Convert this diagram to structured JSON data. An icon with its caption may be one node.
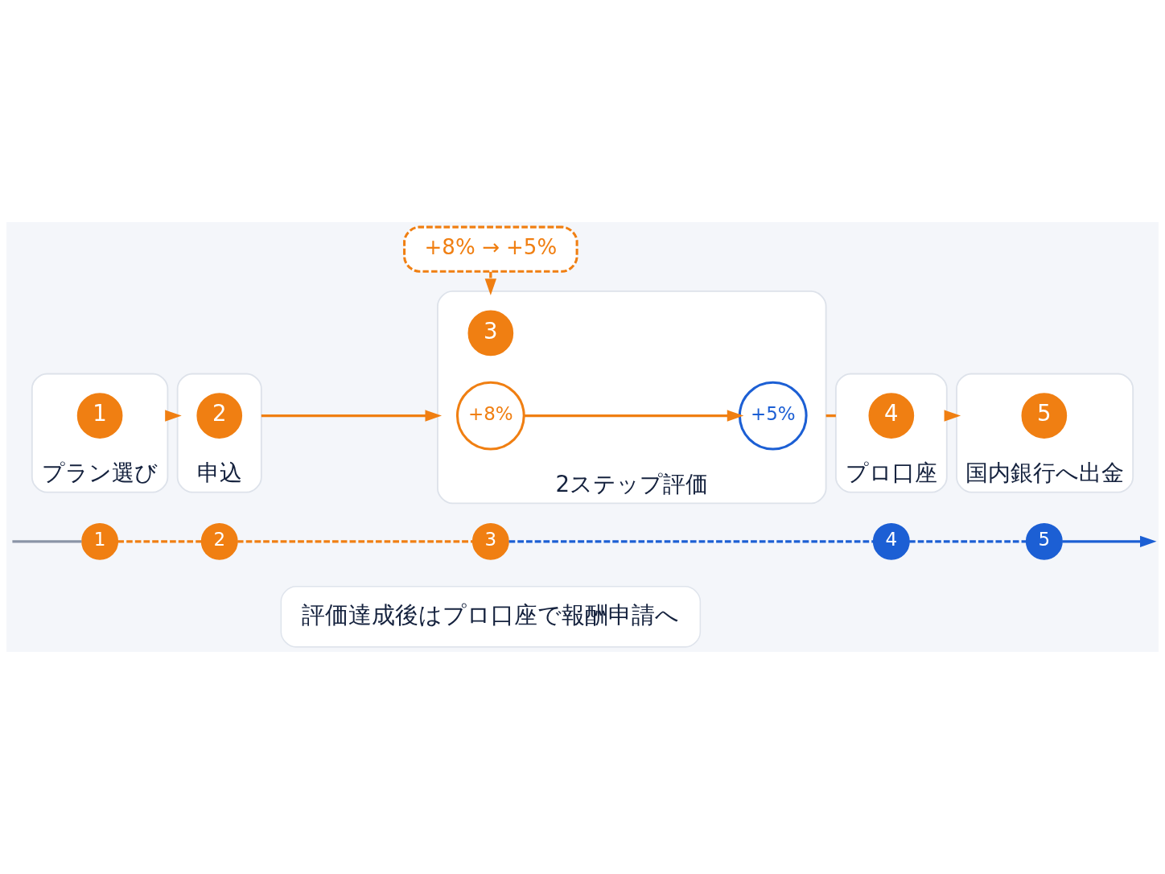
{
  "diagram": {
    "nodes": [
      {
        "text": [
          "プラン選び"
        ]
      },
      {
        "text": [
          "1"
        ],
        "in": 0
      },
      {
        "text": [
          "申込"
        ]
      },
      {
        "text": [
          "2"
        ],
        "in": 2
      },
      {
        "text": [
          "+8% → +5%"
        ]
      },
      {
        "text": [
          "2ステップ評価"
        ]
      },
      {
        "text": [
          "3"
        ],
        "in": 5
      },
      {
        "text": [
          "+8%"
        ],
        "in": 5
      },
      {
        "text": [
          "+5%"
        ],
        "in": 5
      },
      {
        "text": [
          "プロ口座"
        ]
      },
      {
        "text": [
          "4"
        ],
        "in": 9
      },
      {
        "text": [
          "国内銀行へ出金"
        ]
      },
      {
        "text": [
          "5"
        ],
        "in": 11
      },
      {
        "text": [
          "1"
        ]
      },
      {
        "text": [
          "2"
        ]
      },
      {
        "text": [
          "3"
        ]
      },
      {
        "text": [
          "4"
        ]
      },
      {
        "text": [
          "5"
        ]
      },
      {
        "text": [
          "評価達成後はプロ口座で報酬申請へ"
        ]
      }
    ],
    "edges": [
      {
        "from": 0,
        "to": 2,
        "arrow": "to"
      },
      {
        "from": 2,
        "to": 5,
        "arrow": "to"
      },
      {
        "from": 5,
        "to": 9,
        "arrow": "none"
      },
      {
        "from": 9,
        "to": 11,
        "arrow": "to"
      },
      {
        "from": 4,
        "to": 5,
        "arrow": "to",
        "style": "dashed"
      },
      {
        "from": 7,
        "to": 8,
        "arrow": "to"
      },
      {
        "from": null,
        "to": 13,
        "arrow": "none",
        "color": "#8a94a6"
      },
      {
        "from": 13,
        "to": 14,
        "arrow": "none",
        "style": "dashed"
      },
      {
        "from": 14,
        "to": 15,
        "arrow": "none",
        "style": "dashed"
      },
      {
        "from": 15,
        "to": 16,
        "arrow": "none",
        "style": "dashed",
        "color": "#1c5fd4"
      },
      {
        "from": 16,
        "to": 17,
        "arrow": "none",
        "style": "dashed",
        "color": "#1c5fd4"
      },
      {
        "from": 17,
        "to": null,
        "arrow": "to",
        "color": "#1c5fd4"
      }
    ]
  }
}
